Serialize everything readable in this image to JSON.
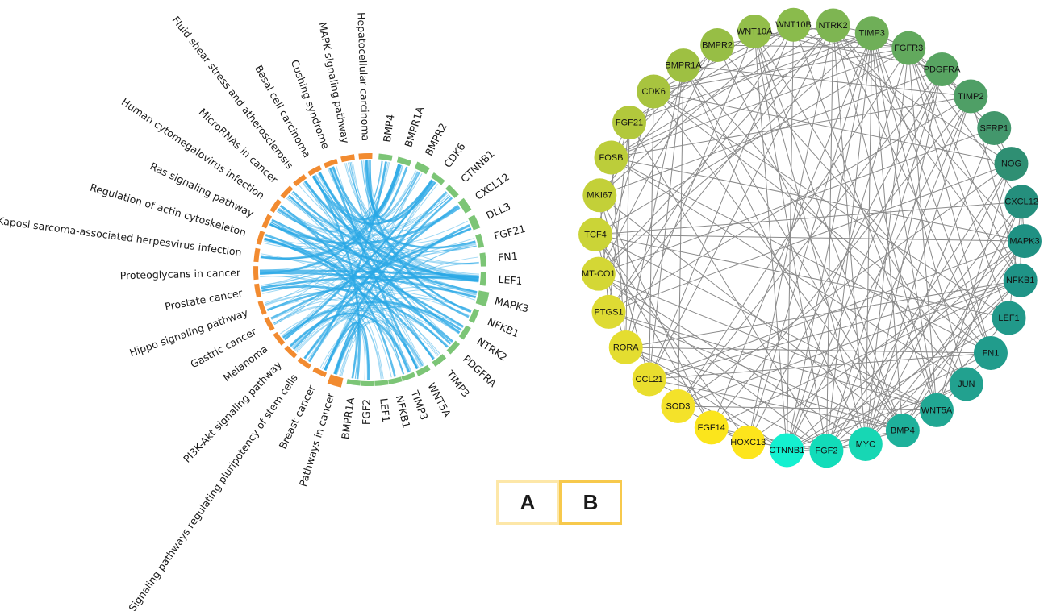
{
  "panels": {
    "a_label": "A",
    "b_label": "B"
  },
  "chord": {
    "pathways": [
      "Hepatocellular carcinoma",
      "MAPK signaling pathway",
      "Cushing syndrome",
      "Basal cell carcinoma",
      "Fluid shear stress and atherosclerosis",
      "MicroRNAs in cancer",
      "Human cytomegalovirus infection",
      "Ras signaling pathway",
      "Regulation of actin cytoskeleton",
      "Kaposi sarcoma-associated herpesvirus infection",
      "Proteoglycans in cancer",
      "Prostate cancer",
      "Hippo signaling pathway",
      "Gastric cancer",
      "Melanoma",
      "PI3K-Akt signaling pathway",
      "Signaling pathways regulating pluripotency of stem cells",
      "Breast cancer",
      "Pathways in cancer"
    ],
    "genes_right": [
      "BMP4",
      "BMPR1A",
      "BMPR2",
      "CDK6",
      "CTNNB1",
      "CXCL12",
      "DLL3",
      "FGF21",
      "FN1",
      "LEF1",
      "MAPK3",
      "NFKB1",
      "NTRK2",
      "PDGFRA",
      "TIMP3",
      "WNT5A"
    ],
    "genes_bottom": [
      "BMPR1A",
      "FGF2",
      "LEF1",
      "NFKB1",
      "TIMP3"
    ],
    "colors": {
      "pathway": "#f28b30",
      "gene": "#7cc576",
      "link": "#2aa8e6"
    }
  },
  "network": {
    "nodes": [
      {
        "label": "WNT10A",
        "color": "#93be4a"
      },
      {
        "label": "WNT10B",
        "color": "#8abb4c"
      },
      {
        "label": "NTRK2",
        "color": "#7eb552"
      },
      {
        "label": "TIMP3",
        "color": "#6faf58"
      },
      {
        "label": "FGFR3",
        "color": "#62a95d"
      },
      {
        "label": "PDGFRA",
        "color": "#58a462"
      },
      {
        "label": "TIMP2",
        "color": "#4f9f66"
      },
      {
        "label": "SFRP1",
        "color": "#43976c"
      },
      {
        "label": "NOG",
        "color": "#2f8f73"
      },
      {
        "label": "CXCL12",
        "color": "#258f7d"
      },
      {
        "label": "MAPK3",
        "color": "#1f9183"
      },
      {
        "label": "NFKB1",
        "color": "#1f9487"
      },
      {
        "label": "LEF1",
        "color": "#21998a"
      },
      {
        "label": "FN1",
        "color": "#219c8c"
      },
      {
        "label": "JUN",
        "color": "#22a18f"
      },
      {
        "label": "WNT5A",
        "color": "#21a793"
      },
      {
        "label": "BMP4",
        "color": "#1eb19b"
      },
      {
        "label": "MYC",
        "color": "#17d7b4"
      },
      {
        "label": "FGF2",
        "color": "#12dcb9"
      },
      {
        "label": "CTNNB1",
        "color": "#14f0d0"
      },
      {
        "label": "HOXC13",
        "color": "#fde51c"
      },
      {
        "label": "FGF14",
        "color": "#fbe51c"
      },
      {
        "label": "SOD3",
        "color": "#f4e22a"
      },
      {
        "label": "CCL21",
        "color": "#e9de2e"
      },
      {
        "label": "RORA",
        "color": "#e4dd30"
      },
      {
        "label": "PTGS1",
        "color": "#dedb33"
      },
      {
        "label": "MT-CO1",
        "color": "#d4d735"
      },
      {
        "label": "TCF4",
        "color": "#cbd437"
      },
      {
        "label": "MKI67",
        "color": "#c3d038"
      },
      {
        "label": "FOSB",
        "color": "#bccd3a"
      },
      {
        "label": "FGF21",
        "color": "#b2c83c"
      },
      {
        "label": "CDK6",
        "color": "#a8c43f"
      },
      {
        "label": "BMPR1A",
        "color": "#9ec042"
      },
      {
        "label": "BMPR2",
        "color": "#97be45"
      }
    ],
    "edge_color": "#8a8a8a"
  }
}
